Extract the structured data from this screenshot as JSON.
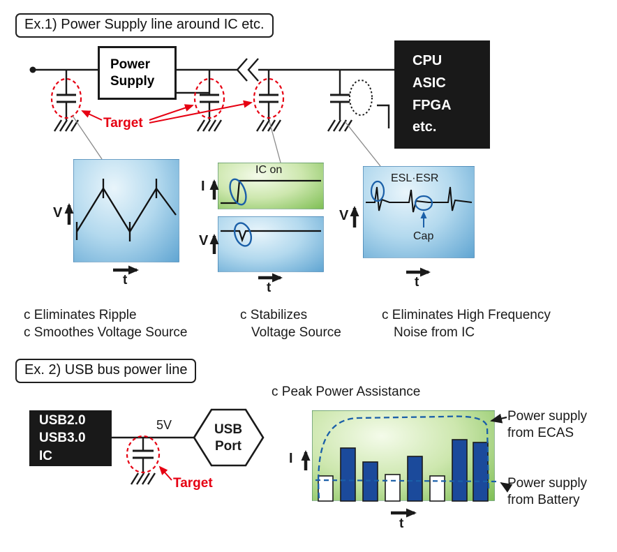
{
  "colors": {
    "target_red": "#e60012",
    "annotation_blue": "#1a5fa8",
    "bar_blue": "#1b4a9b",
    "line_black": "#1a1a1a"
  },
  "ex1": {
    "title": "Ex.1) Power Supply line around IC etc.",
    "power_supply": {
      "line1": "Power",
      "line2": "Supply"
    },
    "cpu_box": {
      "line1": "CPU",
      "line2": "ASIC",
      "line3": "FPGA",
      "line4": "etc."
    },
    "target": "Target",
    "graph_ripple": {
      "v": "V",
      "t": "t"
    },
    "graph_middle": {
      "ic_on": "IC on",
      "i": "I",
      "v": "V",
      "t": "t"
    },
    "graph_noise": {
      "esl_esr": "ESL·ESR",
      "cap": "Cap",
      "v": "V",
      "t": "t"
    },
    "captions": {
      "col1_line1": "c Eliminates Ripple",
      "col1_line2": "c Smoothes Voltage Source",
      "col2_line1": "c Stabilizes",
      "col2_line2": "Voltage Source",
      "col3_line1": "c Eliminates High Frequency",
      "col3_line2": "Noise from IC"
    }
  },
  "ex2": {
    "title": "Ex. 2) USB bus power line",
    "usb_ic_box": {
      "line1": "USB2.0",
      "line2": "USB3.0",
      "line3": "IC"
    },
    "voltage": "5V",
    "usb_port": {
      "line1": "USB",
      "line2": "Port"
    },
    "target": "Target",
    "peak_caption": "c Peak Power Assistance",
    "i": "I",
    "t": "t",
    "label_ecas": {
      "line1": "Power supply",
      "line2": "from ECAS"
    },
    "label_battery": {
      "line1": "Power supply",
      "line2": "from Battery"
    }
  }
}
